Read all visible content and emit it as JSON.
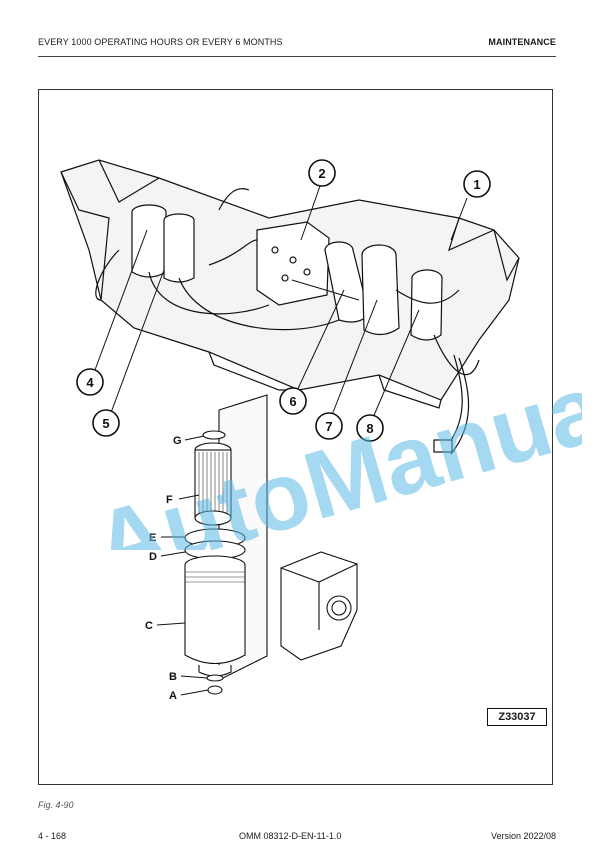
{
  "header": {
    "section": "EVERY 1000 OPERATING HOURS OR EVERY 6 MONTHS",
    "chapter": "MAINTENANCE"
  },
  "figure": {
    "callouts": [
      "1",
      "2",
      "4",
      "5",
      "6",
      "7",
      "8"
    ],
    "parts": [
      "G",
      "F",
      "E",
      "D",
      "C",
      "B",
      "A"
    ],
    "code": "Z33037",
    "caption": "Fig. 4-90"
  },
  "watermark": {
    "text": "AutoManual",
    "color": "#5bb8e6"
  },
  "footer": {
    "page": "4 - 168",
    "document": "OMM 08312-D-EN-11-1.0",
    "version": "Version 2022/08"
  }
}
